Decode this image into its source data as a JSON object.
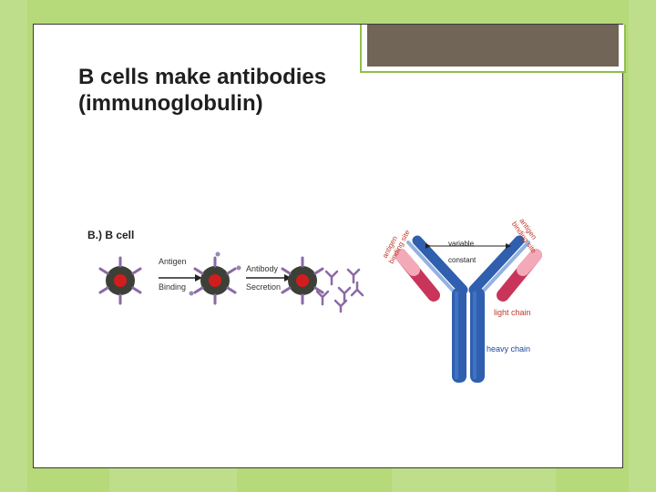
{
  "slide": {
    "title_line1": "B cells make antibodies",
    "title_line2": "(immunoglobulin)"
  },
  "figure_b_cell": {
    "panel_label": "B.) B cell",
    "step1_top": "Antigen",
    "step1_bottom": "Binding",
    "step2_top": "Antibody",
    "step2_bottom": "Secretion"
  },
  "figure_antibody": {
    "left_site_label_line1": "antigen",
    "left_site_label_line2": "binding site",
    "right_site_label_line1": "antigen",
    "right_site_label_line2": "binding site",
    "variable_label": "variable",
    "constant_label": "constant",
    "light_chain_label": "light chain",
    "heavy_chain_label": "heavy chain"
  },
  "colors": {
    "background": "#b6d97a",
    "heavy_chain": "#2f5fae",
    "light_chain": "#c9355a",
    "light_chain_tip": "#f2aab8",
    "label_red": "#c0392b",
    "label_blue": "#1f4aa0"
  }
}
